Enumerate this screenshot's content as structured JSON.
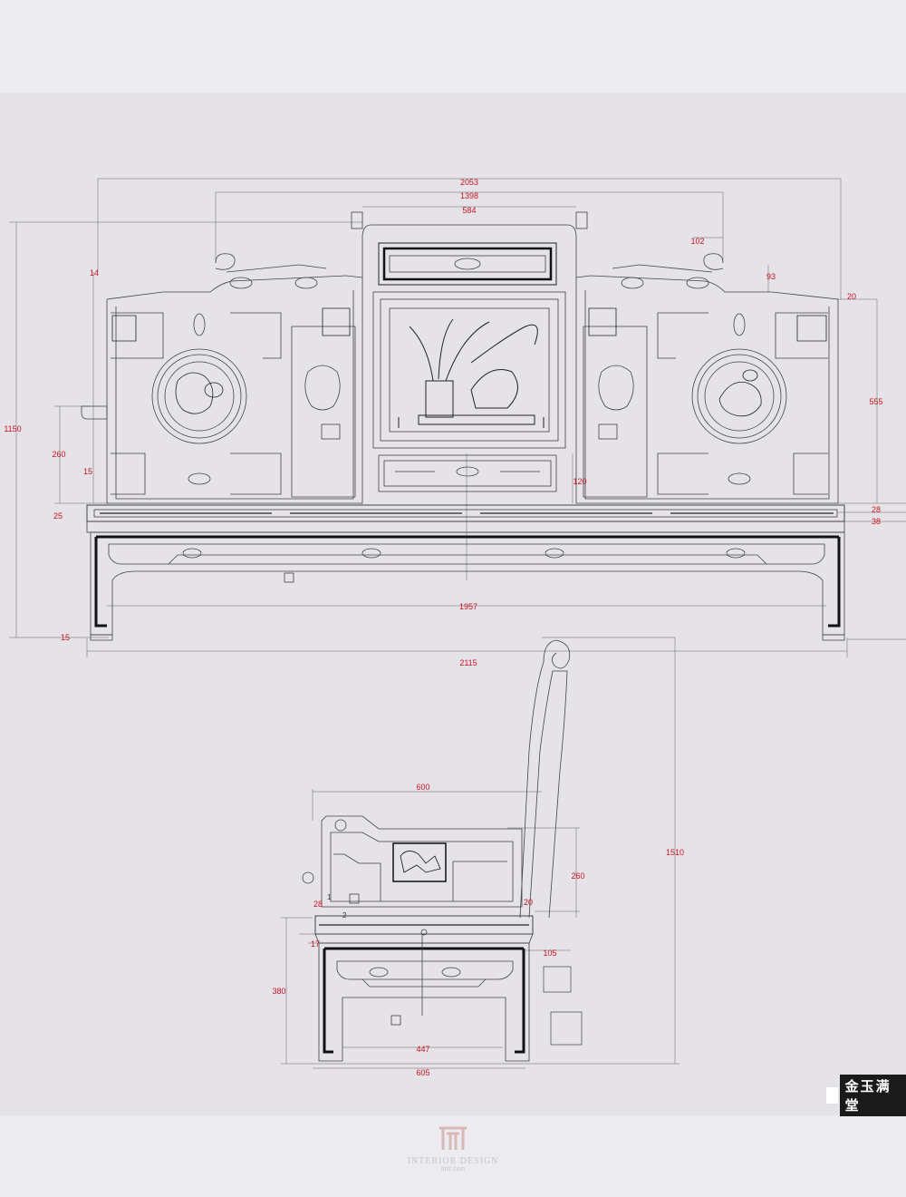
{
  "title": "金玉满堂",
  "watermark": {
    "line1": "INTERIOR DESIGN",
    "line2": "ttmt.com"
  },
  "front_view": {
    "dims": {
      "overall_top": "2053",
      "inner_top": "1398",
      "center_panel": "584",
      "scroll_w": "102",
      "scroll_h": "93",
      "right_step": "20",
      "left_back": "14",
      "total_h": "1150",
      "right_back_h": "555",
      "arm_h": "260",
      "arm_gap": "15",
      "apron_h": "120",
      "seat_t1": "28",
      "seat_t2": "38",
      "seat_left": "25",
      "leg_span": "1957",
      "foot": "15",
      "total_w": "2115"
    }
  },
  "side_view": {
    "dims": {
      "depth_top": "600",
      "back_h": "1510",
      "arm_panel_h": "260",
      "arm_gap": "20",
      "arm_off": "28",
      "seat_off": "17",
      "back_off": "105",
      "leg_h": "380",
      "inner_w": "447",
      "bottom_w": "605"
    },
    "marks": {
      "m1": "1",
      "m2": "2"
    }
  }
}
